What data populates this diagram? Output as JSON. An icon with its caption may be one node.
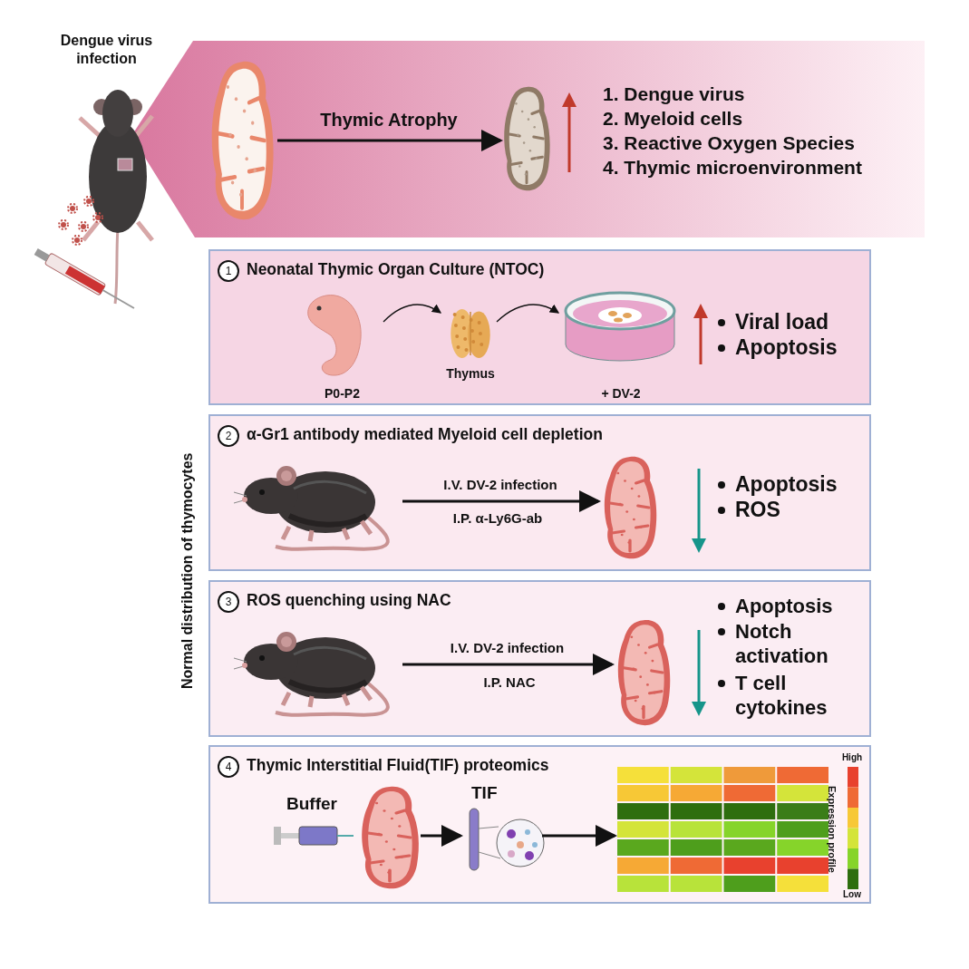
{
  "diagram": {
    "nodes": [
      {
        "text": [
          "Dengue virus infection"
        ]
      },
      {
        "text": [],
        "shape": "picture"
      },
      {
        "text": [],
        "shape": "picture"
      },
      {
        "text": [
          "1",
          "Neonatal Thymic Organ Culture (NTOC)"
        ]
      },
      {
        "text": [],
        "shape": "picture",
        "beside": [
          "P0-P2"
        ],
        "in": 3
      },
      {
        "text": [],
        "shape": "picture",
        "beside": [
          "Thymus"
        ],
        "in": 3
      },
      {
        "text": [],
        "shape": "picture",
        "beside": [
          "+ DV-2"
        ],
        "in": 3
      },
      {
        "text": [
          "2",
          "α-Gr1 antibody mediated Myeloid cell depletion"
        ]
      },
      {
        "text": [],
        "shape": "picture",
        "in": 7
      },
      {
        "text": [],
        "shape": "picture",
        "in": 7
      },
      {
        "text": [
          "3",
          "ROS quenching using NAC"
        ]
      },
      {
        "text": [],
        "shape": "picture",
        "in": 10
      },
      {
        "text": [],
        "shape": "picture",
        "in": 10
      },
      {
        "text": [
          "4",
          "Thymic Interstitial Fluid(TIF) proteomics"
        ]
      },
      {
        "text": [],
        "shape": "picture",
        "beside": [
          "Buffer"
        ],
        "in": 13
      },
      {
        "text": [],
        "shape": "picture",
        "in": 13
      },
      {
        "text": [],
        "shape": "picture",
        "beside": [
          "TIF"
        ],
        "in": 13
      },
      {
        "text": [],
        "shape": "picture",
        "in": 13
      }
    ],
    "edges": [
      {
        "from": 1,
        "to": 2,
        "arrow": "to",
        "label": "Thymic Atrophy"
      },
      {
        "from": 4,
        "to": 5,
        "arrow": "to"
      },
      {
        "from": 5,
        "to": 6,
        "arrow": "to"
      },
      {
        "from": 8,
        "to": 9,
        "arrow": "to",
        "label": "I.V. DV-2 infection"
      },
      {
        "from": 11,
        "to": 12,
        "arrow": "to",
        "label": "I.V. DV-2 infection"
      },
      {
        "from": 15,
        "to": 16,
        "arrow": "to"
      },
      {
        "from": 16,
        "to": 17,
        "arrow": "to"
      }
    ],
    "labels": [
      "1. Dengue virus",
      "2. Myeloid cells",
      "3. Reactive Oxygen Species",
      "4. Thymic microenvironment",
      "Normal distribution of thymocytes",
      "Viral load",
      "Apoptosis",
      "I.P. α-Ly6G-ab",
      "Apoptosis",
      "ROS",
      "I.P. NAC",
      "Apoptosis",
      "Notch activation",
      "T cell cytokines",
      "High",
      "Expression profile",
      "Low"
    ]
  }
}
